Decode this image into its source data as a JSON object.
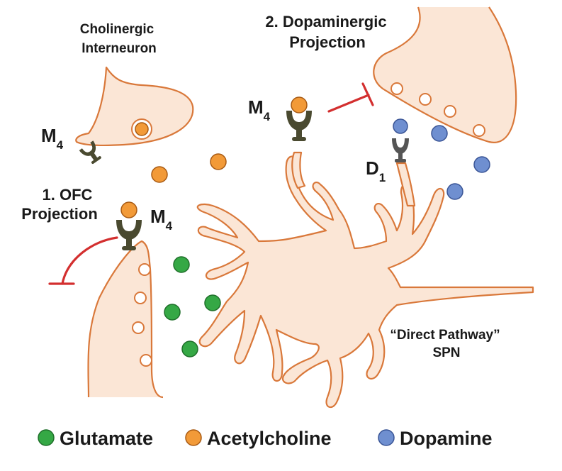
{
  "labels": {
    "cholinergic_line1": "Cholinergic",
    "cholinergic_line2": "Interneuron",
    "dopaminergic_line1": "2. Dopaminergic",
    "dopaminergic_line2": "Projection",
    "ofc_line1": "1. OFC",
    "ofc_line2": "Projection",
    "spn_line1": "“Direct Pathway”",
    "spn_line2": "SPN"
  },
  "receptors": {
    "m4_letter": "M",
    "m4_subscript": "4",
    "d1_letter": "D",
    "d1_subscript": "1"
  },
  "legend": {
    "glutamate": "Glutamate",
    "acetylcholine": "Acetylcholine",
    "dopamine": "Dopamine"
  },
  "colors": {
    "glutamate": "#35a845",
    "acetylcholine": "#f29a38",
    "dopamine": "#6f8fd0",
    "neuron_outline": "#d9783a",
    "neuron_fill": "#fbe6d6",
    "inhibition": "#d32f2f"
  }
}
